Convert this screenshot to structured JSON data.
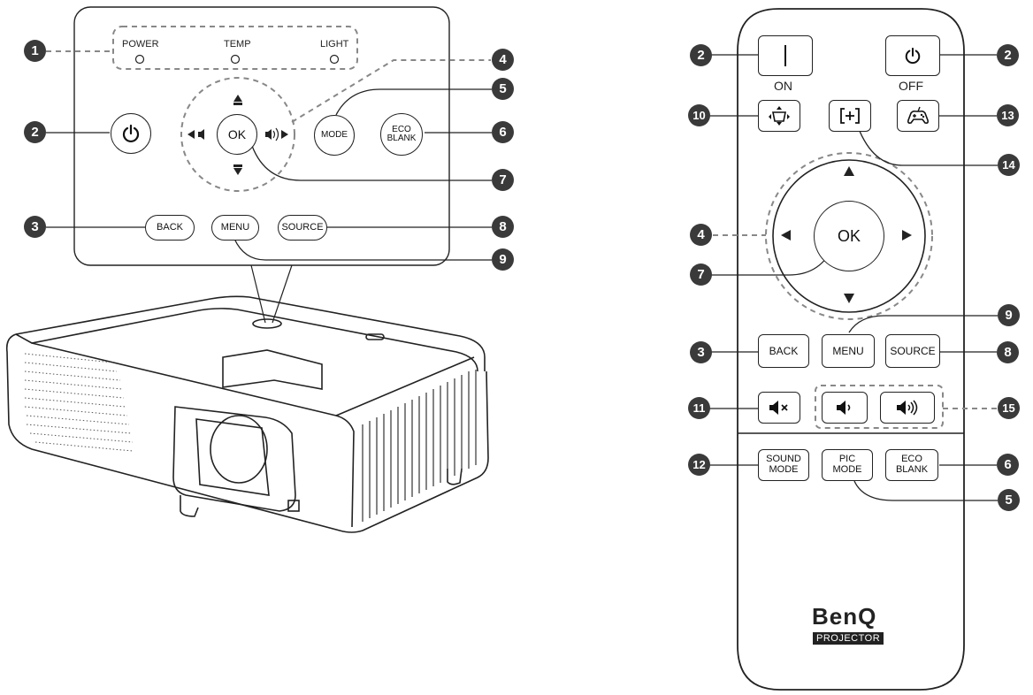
{
  "panel": {
    "indicators": [
      {
        "label": "POWER"
      },
      {
        "label": "TEMP"
      },
      {
        "label": "LIGHT"
      }
    ],
    "ok_label": "OK",
    "mode_label": "MODE",
    "eco_blank_label": "ECO\nBLANK",
    "back_label": "BACK",
    "menu_label": "MENU",
    "source_label": "SOURCE"
  },
  "remote": {
    "on_label": "ON",
    "off_label": "OFF",
    "ok_label": "OK",
    "back_label": "BACK",
    "menu_label": "MENU",
    "source_label": "SOURCE",
    "sound_mode_label": "SOUND\nMODE",
    "pic_mode_label": "PIC\nMODE",
    "eco_blank_label": "ECO\nBLANK",
    "brand": "BenQ",
    "brand_sub": "PROJECTOR"
  },
  "callouts": {
    "panel": [
      "1",
      "2",
      "3",
      "4",
      "5",
      "6",
      "7",
      "8",
      "9"
    ],
    "remote": [
      "2",
      "2",
      "10",
      "13",
      "14",
      "4",
      "7",
      "9",
      "3",
      "8",
      "11",
      "15",
      "12",
      "6",
      "5"
    ]
  },
  "colors": {
    "line": "#222222",
    "badge": "#3a3a3a",
    "dash": "#888888"
  }
}
